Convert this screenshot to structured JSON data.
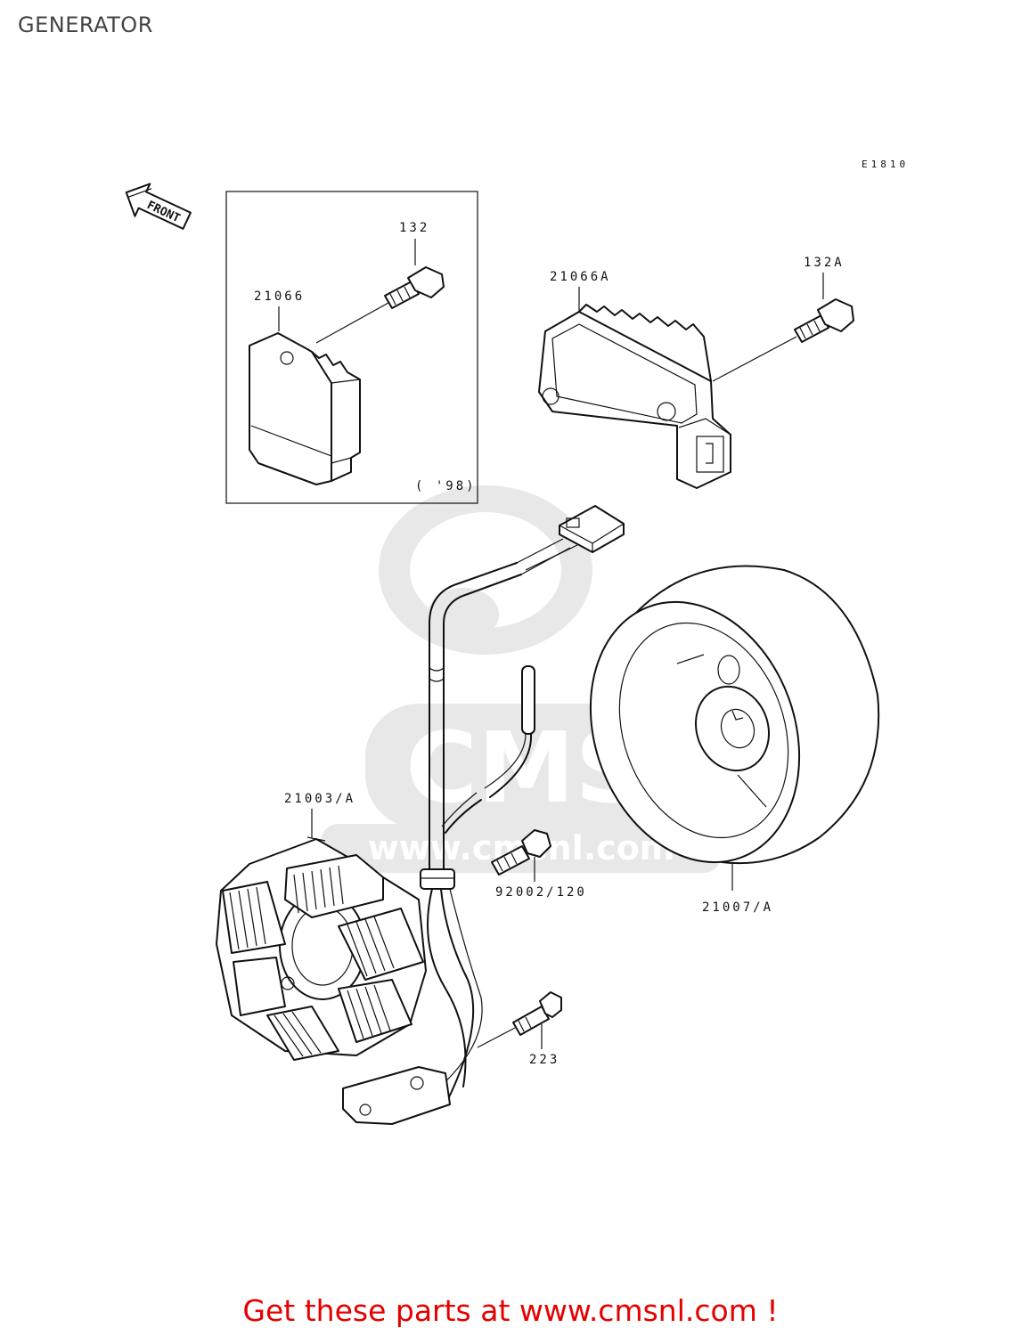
{
  "page": {
    "title": "GENERATOR"
  },
  "diagram": {
    "code": "E1810",
    "front_label": "FRONT",
    "inset_note": "( '98)",
    "callouts": {
      "bolt_132": "132",
      "regulator_21066": "21066",
      "regulator_21066A": "21066A",
      "bolt_132A": "132A",
      "stator_21003A": "21003/A",
      "bolt_92002_120": "92002/120",
      "rotor_21007A": "21007/A",
      "bolt_223": "223"
    },
    "watermark": "www.cmsnl.com"
  },
  "footer": {
    "text": "Get these parts at www.cmsnl.com !"
  },
  "colors": {
    "footer": "#e60000",
    "ink": "#111111",
    "watermark": "#d9d9d9",
    "title": "#444444"
  }
}
